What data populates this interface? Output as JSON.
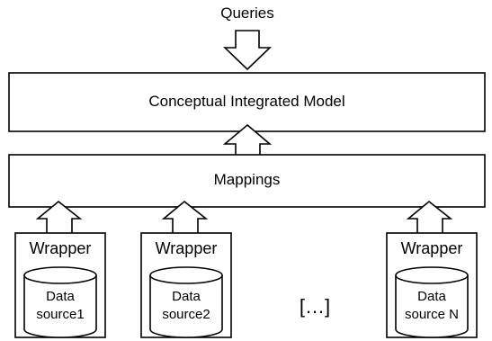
{
  "diagram": {
    "queries_label": "Queries",
    "model_label": "Conceptual Integrated Model",
    "mappings_label": "Mappings",
    "sources": [
      {
        "wrapper_label": "Wrapper",
        "line1": "Data",
        "line2": "source1"
      },
      {
        "wrapper_label": "Wrapper",
        "line1": "Data",
        "line2": "source2"
      },
      {
        "wrapper_label": "Wrapper",
        "line1": "Data",
        "line2": "source N"
      }
    ],
    "ellipsis_label": "[…]"
  }
}
